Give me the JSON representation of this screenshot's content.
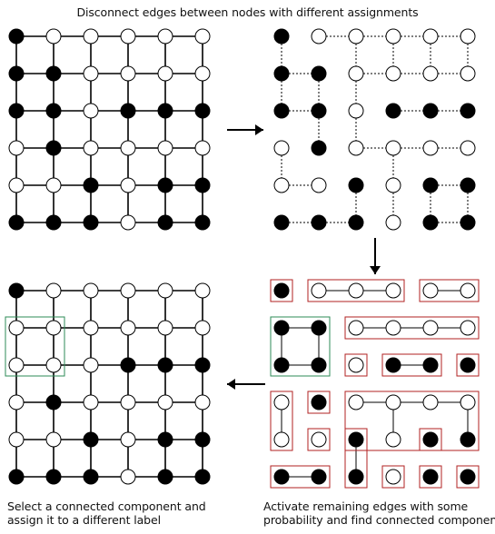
{
  "captions": {
    "top": "Disconnect edges between nodes with different assignments",
    "bottom_left": [
      "Select a connected component and",
      "assign it to a different label"
    ],
    "bottom_right": [
      "Activate remaining edges with some",
      "probability and find connected componen"
    ]
  },
  "colors": {
    "node_black": "#000000",
    "node_white": "#ffffff",
    "edge": "#000000",
    "component_box": "#b22222",
    "selected_box": "#2e8b57"
  },
  "grid_size": 6,
  "initial_labels": [
    [
      1,
      0,
      0,
      0,
      0,
      0
    ],
    [
      1,
      1,
      0,
      0,
      0,
      0
    ],
    [
      1,
      1,
      0,
      1,
      1,
      1
    ],
    [
      0,
      1,
      0,
      0,
      0,
      0
    ],
    [
      0,
      0,
      1,
      0,
      1,
      1
    ],
    [
      1,
      1,
      1,
      0,
      1,
      1
    ]
  ],
  "updated_labels": [
    [
      1,
      0,
      0,
      0,
      0,
      0
    ],
    [
      0,
      0,
      0,
      0,
      0,
      0
    ],
    [
      0,
      0,
      0,
      1,
      1,
      1
    ],
    [
      0,
      1,
      0,
      0,
      0,
      0
    ],
    [
      0,
      0,
      1,
      0,
      1,
      1
    ],
    [
      1,
      1,
      1,
      0,
      1,
      1
    ]
  ],
  "active_edges": {
    "horizontal": [
      [
        0,
        1,
        1,
        0,
        1
      ],
      [
        1,
        0,
        1,
        1,
        1
      ],
      [
        1,
        0,
        0,
        1,
        0
      ],
      [
        0,
        0,
        1,
        1,
        1
      ],
      [
        0,
        0,
        0,
        0,
        0
      ],
      [
        1,
        0,
        0,
        0,
        0
      ]
    ],
    "vertical": [
      [
        0,
        0,
        0,
        0,
        0,
        0
      ],
      [
        1,
        1,
        0,
        0,
        0,
        0
      ],
      [
        0,
        0,
        0,
        0,
        0,
        0
      ],
      [
        1,
        0,
        0,
        1,
        0,
        1
      ],
      [
        0,
        0,
        1,
        0,
        0,
        0
      ]
    ]
  }
}
